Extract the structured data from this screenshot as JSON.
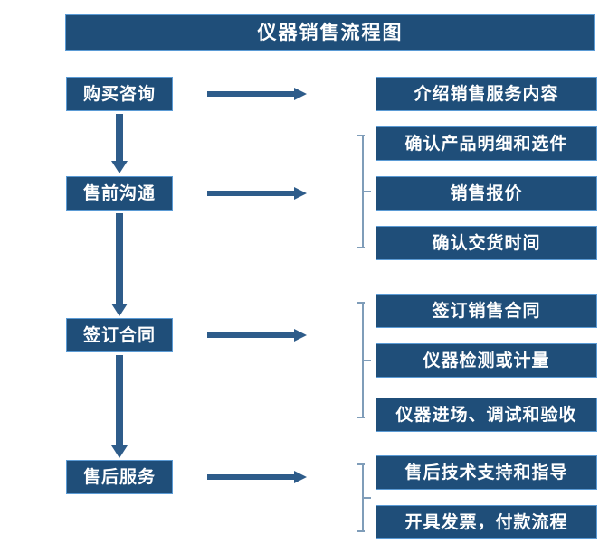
{
  "colors": {
    "box_fill": "#1F4E79",
    "box_border": "#5B9BD5",
    "arrow": "#2E5C8A",
    "bracket": "#7F9DB9",
    "text": "#FFFFFF",
    "background": "#FFFFFF"
  },
  "title": {
    "text": "仪器销售流程图"
  },
  "stages": [
    {
      "id": "purchase-inquiry",
      "label": "购买咨询"
    },
    {
      "id": "presale-communication",
      "label": "售前沟通"
    },
    {
      "id": "sign-contract",
      "label": "签订合同"
    },
    {
      "id": "aftersale-service",
      "label": "售后服务"
    }
  ],
  "details": [
    {
      "id": "introduce-sales-service",
      "label": "介绍销售服务内容"
    },
    {
      "id": "confirm-product-details",
      "label": "确认产品明细和选件"
    },
    {
      "id": "sales-quotation",
      "label": "销售报价"
    },
    {
      "id": "confirm-delivery-time",
      "label": "确认交货时间"
    },
    {
      "id": "sign-sales-contract",
      "label": "签订销售合同"
    },
    {
      "id": "instrument-inspection",
      "label": "仪器检测或计量"
    },
    {
      "id": "instrument-onsite",
      "label": "仪器进场、调试和验收"
    },
    {
      "id": "aftersale-tech-support",
      "label": "售后技术支持和指导"
    },
    {
      "id": "invoice-payment",
      "label": "开具发票，付款流程"
    }
  ],
  "connectors": {
    "horizontal_arrows": [
      {
        "id": "arrow-purchase-to-introduce"
      },
      {
        "id": "arrow-presale-to-bracket"
      },
      {
        "id": "arrow-contract-to-bracket"
      },
      {
        "id": "arrow-service-to-bracket"
      }
    ],
    "vertical_arrows": [
      {
        "id": "arrow-purchase-to-presale"
      },
      {
        "id": "arrow-presale-to-contract"
      },
      {
        "id": "arrow-contract-to-service"
      }
    ],
    "brackets": [
      {
        "id": "bracket-presale",
        "groups": 3
      },
      {
        "id": "bracket-contract",
        "groups": 3
      },
      {
        "id": "bracket-service",
        "groups": 2
      }
    ]
  }
}
